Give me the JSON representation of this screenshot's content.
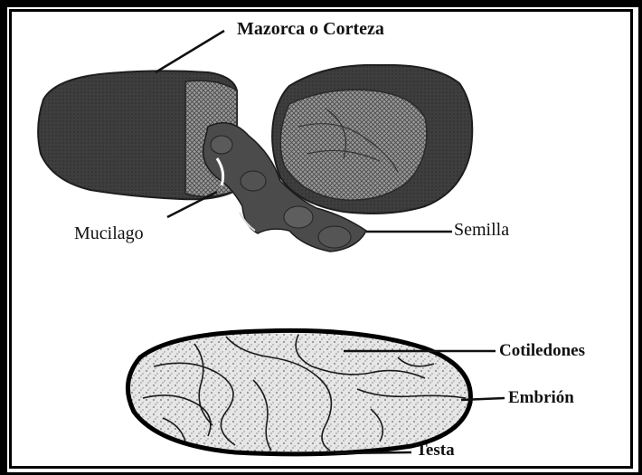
{
  "labels": {
    "husk": "Mazorca o Corteza",
    "mucilage": "Mucilago",
    "seed": "Semilla",
    "cotyledons": "Cotiledones",
    "embryo": "Embrión",
    "testa": "Testa"
  },
  "colors": {
    "ink": "#111111",
    "husk_dark": "#3a3a3a",
    "seed_mid": "#6e6e6e",
    "seed_light": "#cfcfcf"
  }
}
